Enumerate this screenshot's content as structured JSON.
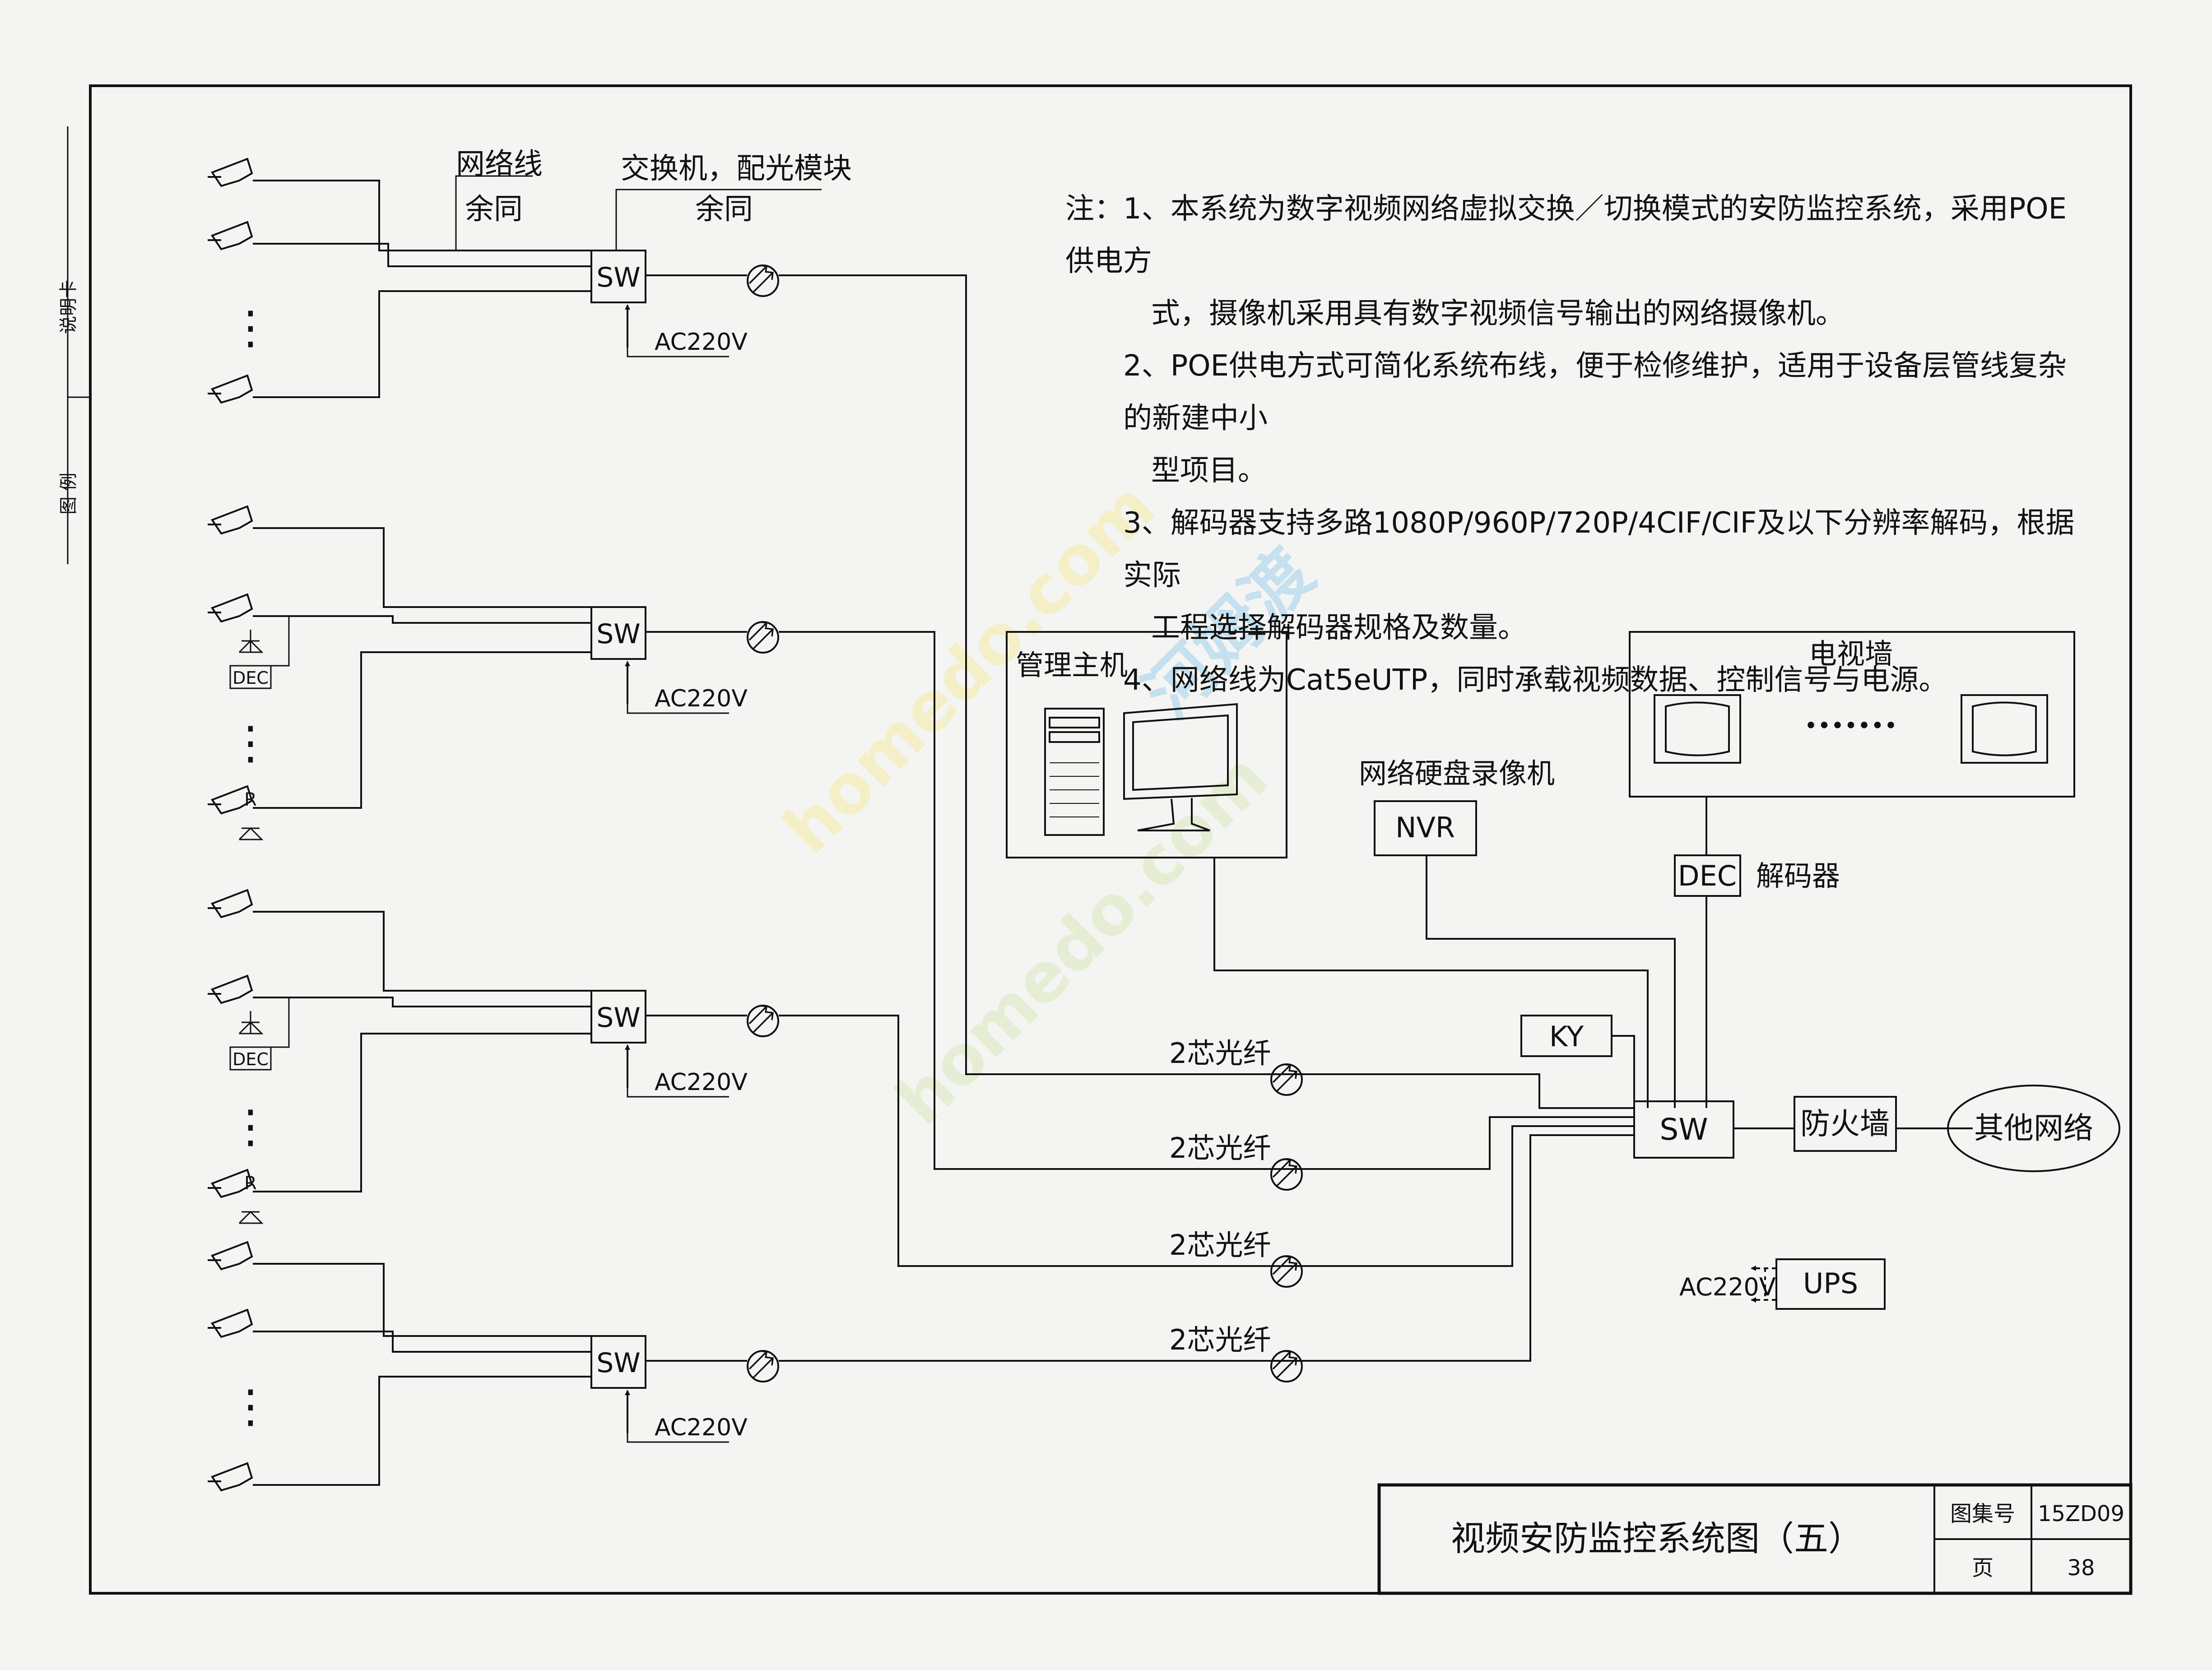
{
  "legend": {
    "network_cable": "网络线",
    "switch_module": "交换机，配光模块",
    "same": "余同"
  },
  "switch_label": "SW",
  "power_label": "AC220V",
  "dec_label": "DEC",
  "r_label": "R",
  "ellipsis": "⋮",
  "fiber_label": "2芯光纤",
  "notes": [
    "注：1、本系统为数字视频网络虚拟交换／切换模式的安防监控系统，采用POE供电方",
    "式，摄像机采用具有数字视频信号输出的网络摄像机。",
    "2、POE供电方式可简化系统布线，便于检修维护，适用于设备层管线复杂的新建中小",
    "型项目。",
    "3、解码器支持多路1080P/960P/720P/4CIF/CIF及以下分辨率解码，根据实际",
    "工程选择解码器规格及数量。",
    "4、网络线为Cat5eUTP，同时承载视频数据、控制信号与电源。"
  ],
  "devices": {
    "management_host": "管理主机",
    "video_wall": "电视墙",
    "wall_dots": "•••••••",
    "nvr_caption": "网络硬盘录像机",
    "nvr": "NVR",
    "decoder": "DEC",
    "decoder_caption": "解码器",
    "ky": "KY",
    "core_switch": "SW",
    "firewall": "防火墙",
    "other_network": "其他网络",
    "ups": "UPS",
    "ups_power": "AC220V"
  },
  "title_block": {
    "title": "视频安防监控系统图（五）",
    "atlas_label": "图集号",
    "atlas_no": "15ZD09",
    "page_label": "页",
    "page_no": "38"
  },
  "margin_labels": [
    "说明卡",
    "图 例"
  ],
  "watermark": {
    "text1": "homedo.com",
    "text2": "河姆渡",
    "text3": "homedo.com"
  }
}
